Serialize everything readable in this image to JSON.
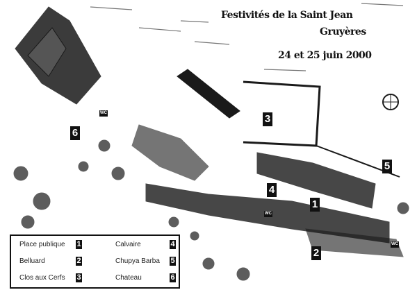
{
  "title": {
    "line1": "Festivités de la Saint Jean",
    "line2": "Gruyères",
    "dates": "24 et 25 juin 2000"
  },
  "markers": [
    "1",
    "2",
    "3",
    "4",
    "5",
    "6"
  ],
  "wc_label": "WC",
  "legend": [
    {
      "label": "Place publique",
      "num": "1"
    },
    {
      "label": "Belluard",
      "num": "2"
    },
    {
      "label": "Clos aux Cerfs",
      "num": "3"
    },
    {
      "label": "Calvaire",
      "num": "4"
    },
    {
      "label": "Chupya Barba",
      "num": "5"
    },
    {
      "label": "Chateau",
      "num": "6"
    }
  ]
}
